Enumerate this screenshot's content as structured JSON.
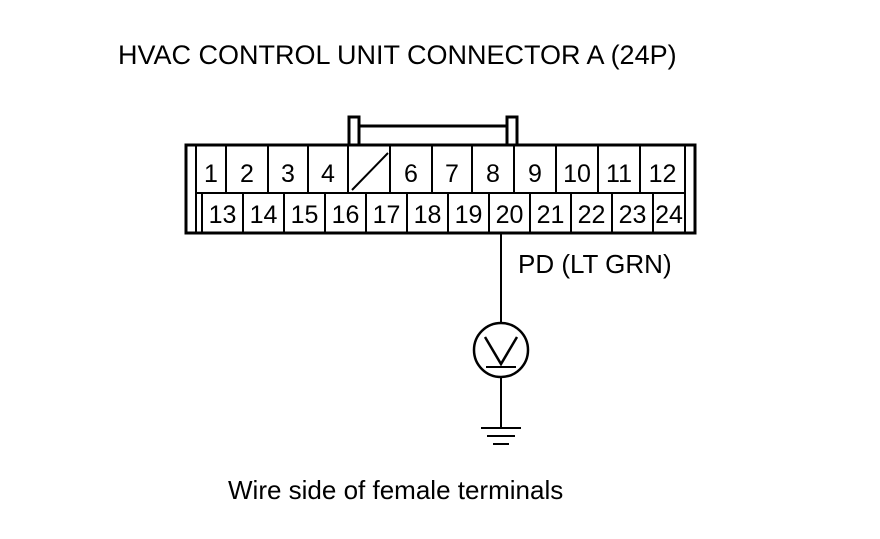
{
  "diagram": {
    "title": "HVAC CONTROL UNIT CONNECTOR A (24P)",
    "connector": {
      "top_row": [
        "1",
        "2",
        "3",
        "4",
        "",
        "6",
        "7",
        "8",
        "9",
        "10",
        "11",
        "12"
      ],
      "bottom_row": [
        "13",
        "14",
        "15",
        "16",
        "17",
        "18",
        "19",
        "20",
        "21",
        "22",
        "23",
        "24"
      ],
      "empty_cavity": "5"
    },
    "probe": {
      "terminal": "20",
      "wire_label": "PD (LT GRN)",
      "meter_symbol": "V"
    },
    "ground_icon": "ground-icon",
    "meter_icon": "voltmeter-icon",
    "caption": "Wire side of female terminals",
    "colors": {
      "line": "#000000",
      "background": "#ffffff"
    }
  }
}
